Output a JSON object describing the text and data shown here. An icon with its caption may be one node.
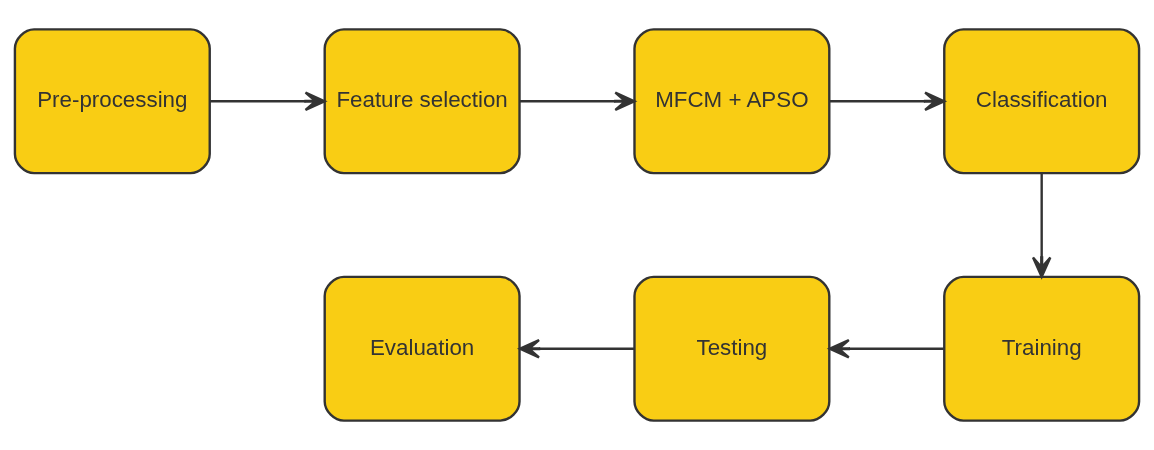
{
  "diagram": {
    "nodes": [
      {
        "text": [
          "Pre-processing"
        ]
      },
      {
        "text": [
          "Feature selection"
        ]
      },
      {
        "text": [
          "MFCM + APSO"
        ]
      },
      {
        "text": [
          "Classification"
        ]
      },
      {
        "text": [
          "Training"
        ]
      },
      {
        "text": [
          "Testing"
        ]
      },
      {
        "text": [
          "Evaluation"
        ]
      }
    ],
    "edges": [
      {
        "from": 0,
        "to": 1,
        "arrow": "to"
      },
      {
        "from": 1,
        "to": 2,
        "arrow": "to"
      },
      {
        "from": 2,
        "to": 3,
        "arrow": "to"
      },
      {
        "from": 3,
        "to": 4,
        "arrow": "to"
      },
      {
        "from": 4,
        "to": 5,
        "arrow": "to"
      },
      {
        "from": 5,
        "to": 6,
        "arrow": "to"
      }
    ]
  }
}
